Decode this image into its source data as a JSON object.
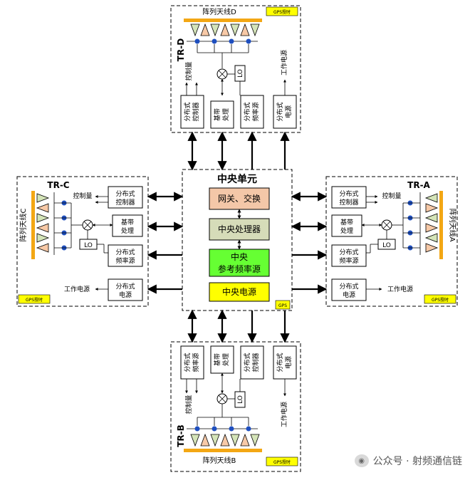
{
  "center": {
    "title": "中央单元",
    "gateway": "网关、交换",
    "cpu": "中央处理器",
    "ref_line1": "中央",
    "ref_line2": "参考频率源",
    "power": "中央电源",
    "gps": "GPS"
  },
  "common": {
    "ctrl_line1": "分布式",
    "ctrl_line2": "控制器",
    "freq_line1": "分布式",
    "freq_line2": "频率源",
    "bb_line1": "基带",
    "bb_line2": "处理",
    "pwr_line1": "分布式",
    "pwr_line2": "电源",
    "lo": "LO",
    "ctrl_qty": "控制量",
    "work_power": "工作电源",
    "gps_timing": "GPS授时"
  },
  "units": {
    "A": {
      "label": "TR-A",
      "antenna": "阵列天线A"
    },
    "B": {
      "label": "TR-B",
      "antenna": "阵列天线B"
    },
    "C": {
      "label": "TR-C",
      "antenna": "阵列天线C"
    },
    "D": {
      "label": "TR-D",
      "antenna": "阵列天线D"
    }
  },
  "watermark": {
    "text": "公众号 · 射频通信链"
  },
  "colors": {
    "gateway": "#f4c7a8",
    "cpu": "#d6dcb9",
    "ref": "#66ff33",
    "power": "#ffff00",
    "gps": "#ffff00",
    "antenna_bar": "#f3a714",
    "amp": "#d4e4b8",
    "amp_rev": "#f7c9a7",
    "node": "#1f4fbf"
  }
}
